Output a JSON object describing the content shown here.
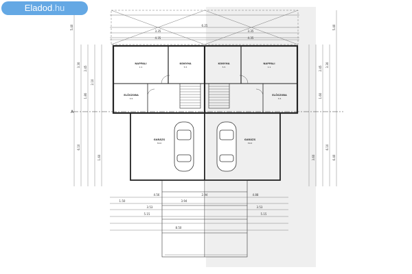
{
  "brand": {
    "name": "Eladod",
    "tld": ".hu",
    "badge_color": "#64a8e4"
  },
  "plan": {
    "axis_label": "A",
    "rooms": [
      {
        "id": "nappali-left",
        "title": "NAPPALI",
        "sub": "1:1"
      },
      {
        "id": "konyha-left",
        "title": "KONYHA",
        "sub": "5.5"
      },
      {
        "id": "konyha-right",
        "title": "KONYHA",
        "sub": "5.5"
      },
      {
        "id": "nappali-right",
        "title": "NAPPALI",
        "sub": "1:1"
      },
      {
        "id": "eloszoba-left",
        "title": "ELŐSZOBA",
        "sub": "3.5"
      },
      {
        "id": "eloszoba-right",
        "title": "ELŐSZOBA",
        "sub": "3.5"
      },
      {
        "id": "garazs-left",
        "title": "GARÁZS",
        "sub": "30.0"
      },
      {
        "id": "garazs-right",
        "title": "GARÁZS",
        "sub": "30.0"
      }
    ],
    "top_dims": [
      "3.35",
      "3.35",
      "4.35",
      "4.35",
      "6.25"
    ],
    "bottom_dims": [
      "4.56",
      "3.94",
      "2.94",
      "4.88",
      "1.50",
      "3.53",
      "3.53",
      "5.15",
      "5.15",
      "8.50"
    ],
    "left_dims": [
      "5.40",
      "3.30",
      "2.45",
      "1.80",
      "2.10",
      "6.10",
      "1.60"
    ],
    "right_dims": [
      "5.40",
      "3.30",
      "2.45",
      "1.60",
      "6.10",
      "3.60",
      "6.40"
    ]
  }
}
